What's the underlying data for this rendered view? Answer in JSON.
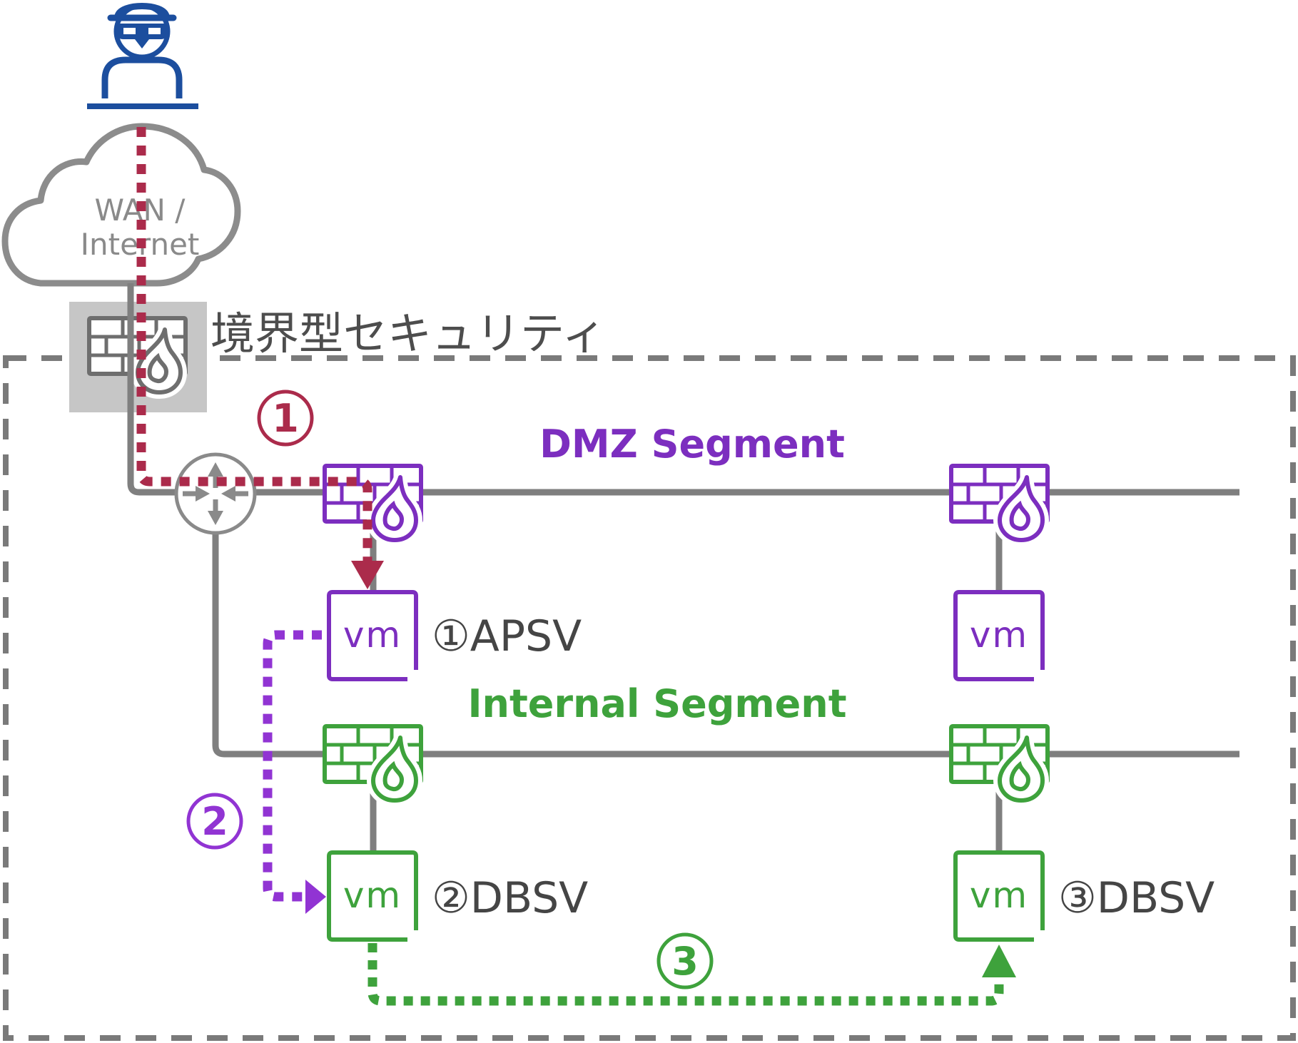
{
  "colors": {
    "red": "#AB2B4B",
    "purple": "#7C2EBF",
    "purple_path": "#9134D3",
    "green": "#3EA23C",
    "line_gray": "#7F7F7F",
    "dash_gray": "#7A7A7A",
    "cloud_gray": "#8C8C8C",
    "text_gray": "#8A8A8A",
    "dark_gray": "#454545",
    "jp_gray": "#4D4D4D",
    "blue": "#1C4E9E",
    "fw_gray": "#6E6E6E",
    "router_gray": "#8A8A8A",
    "box_gray": "#C6C6C6"
  },
  "cloud": {
    "line1": "WAN /",
    "line2": "Internet"
  },
  "perimeter_label": "境界型セキュリティ",
  "segments": {
    "dmz": "DMZ Segment",
    "internal": "Internal Segment"
  },
  "vm_label": "vm",
  "servers": {
    "apsv": "①APSV",
    "dbsv2": "②DBSV",
    "dbsv3": "③DBSV"
  },
  "steps": {
    "s1": "1",
    "s2": "2",
    "s3": "3"
  }
}
